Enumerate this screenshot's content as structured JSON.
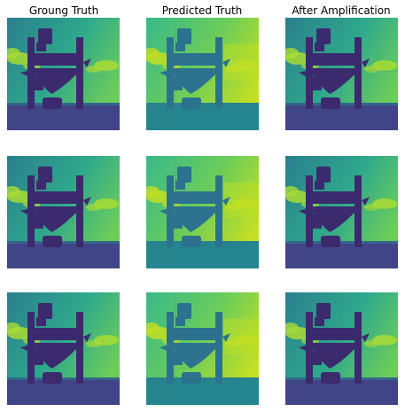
{
  "column_titles": [
    "Groung Truth",
    "Predicted Truth",
    "After Amplification"
  ],
  "panels": [
    {
      "row": 1,
      "column": "Groung Truth",
      "variant": "ground-truth"
    },
    {
      "row": 1,
      "column": "Predicted Truth",
      "variant": "predicted"
    },
    {
      "row": 1,
      "column": "After Amplification",
      "variant": "amplified"
    },
    {
      "row": 2,
      "column": "Groung Truth",
      "variant": "ground-truth"
    },
    {
      "row": 2,
      "column": "Predicted Truth",
      "variant": "predicted"
    },
    {
      "row": 2,
      "column": "After Amplification",
      "variant": "amplified"
    },
    {
      "row": 3,
      "column": "Groung Truth",
      "variant": "ground-truth"
    },
    {
      "row": 3,
      "column": "Predicted Truth",
      "variant": "predicted"
    },
    {
      "row": 3,
      "column": "After Amplification",
      "variant": "amplified"
    }
  ],
  "colormap": "viridis",
  "palette": {
    "sky_dark": "#2a7f8e",
    "sky_mid": "#2fa98c",
    "sky_light": "#6dcd59",
    "cloud": "#a8db34",
    "figure": "#3b2a6e",
    "ground": "#414487",
    "pred_sky": "#38b98a",
    "pred_light": "#c2df23",
    "pred_figure": "#2c728e",
    "pred_ground": "#25858e"
  }
}
